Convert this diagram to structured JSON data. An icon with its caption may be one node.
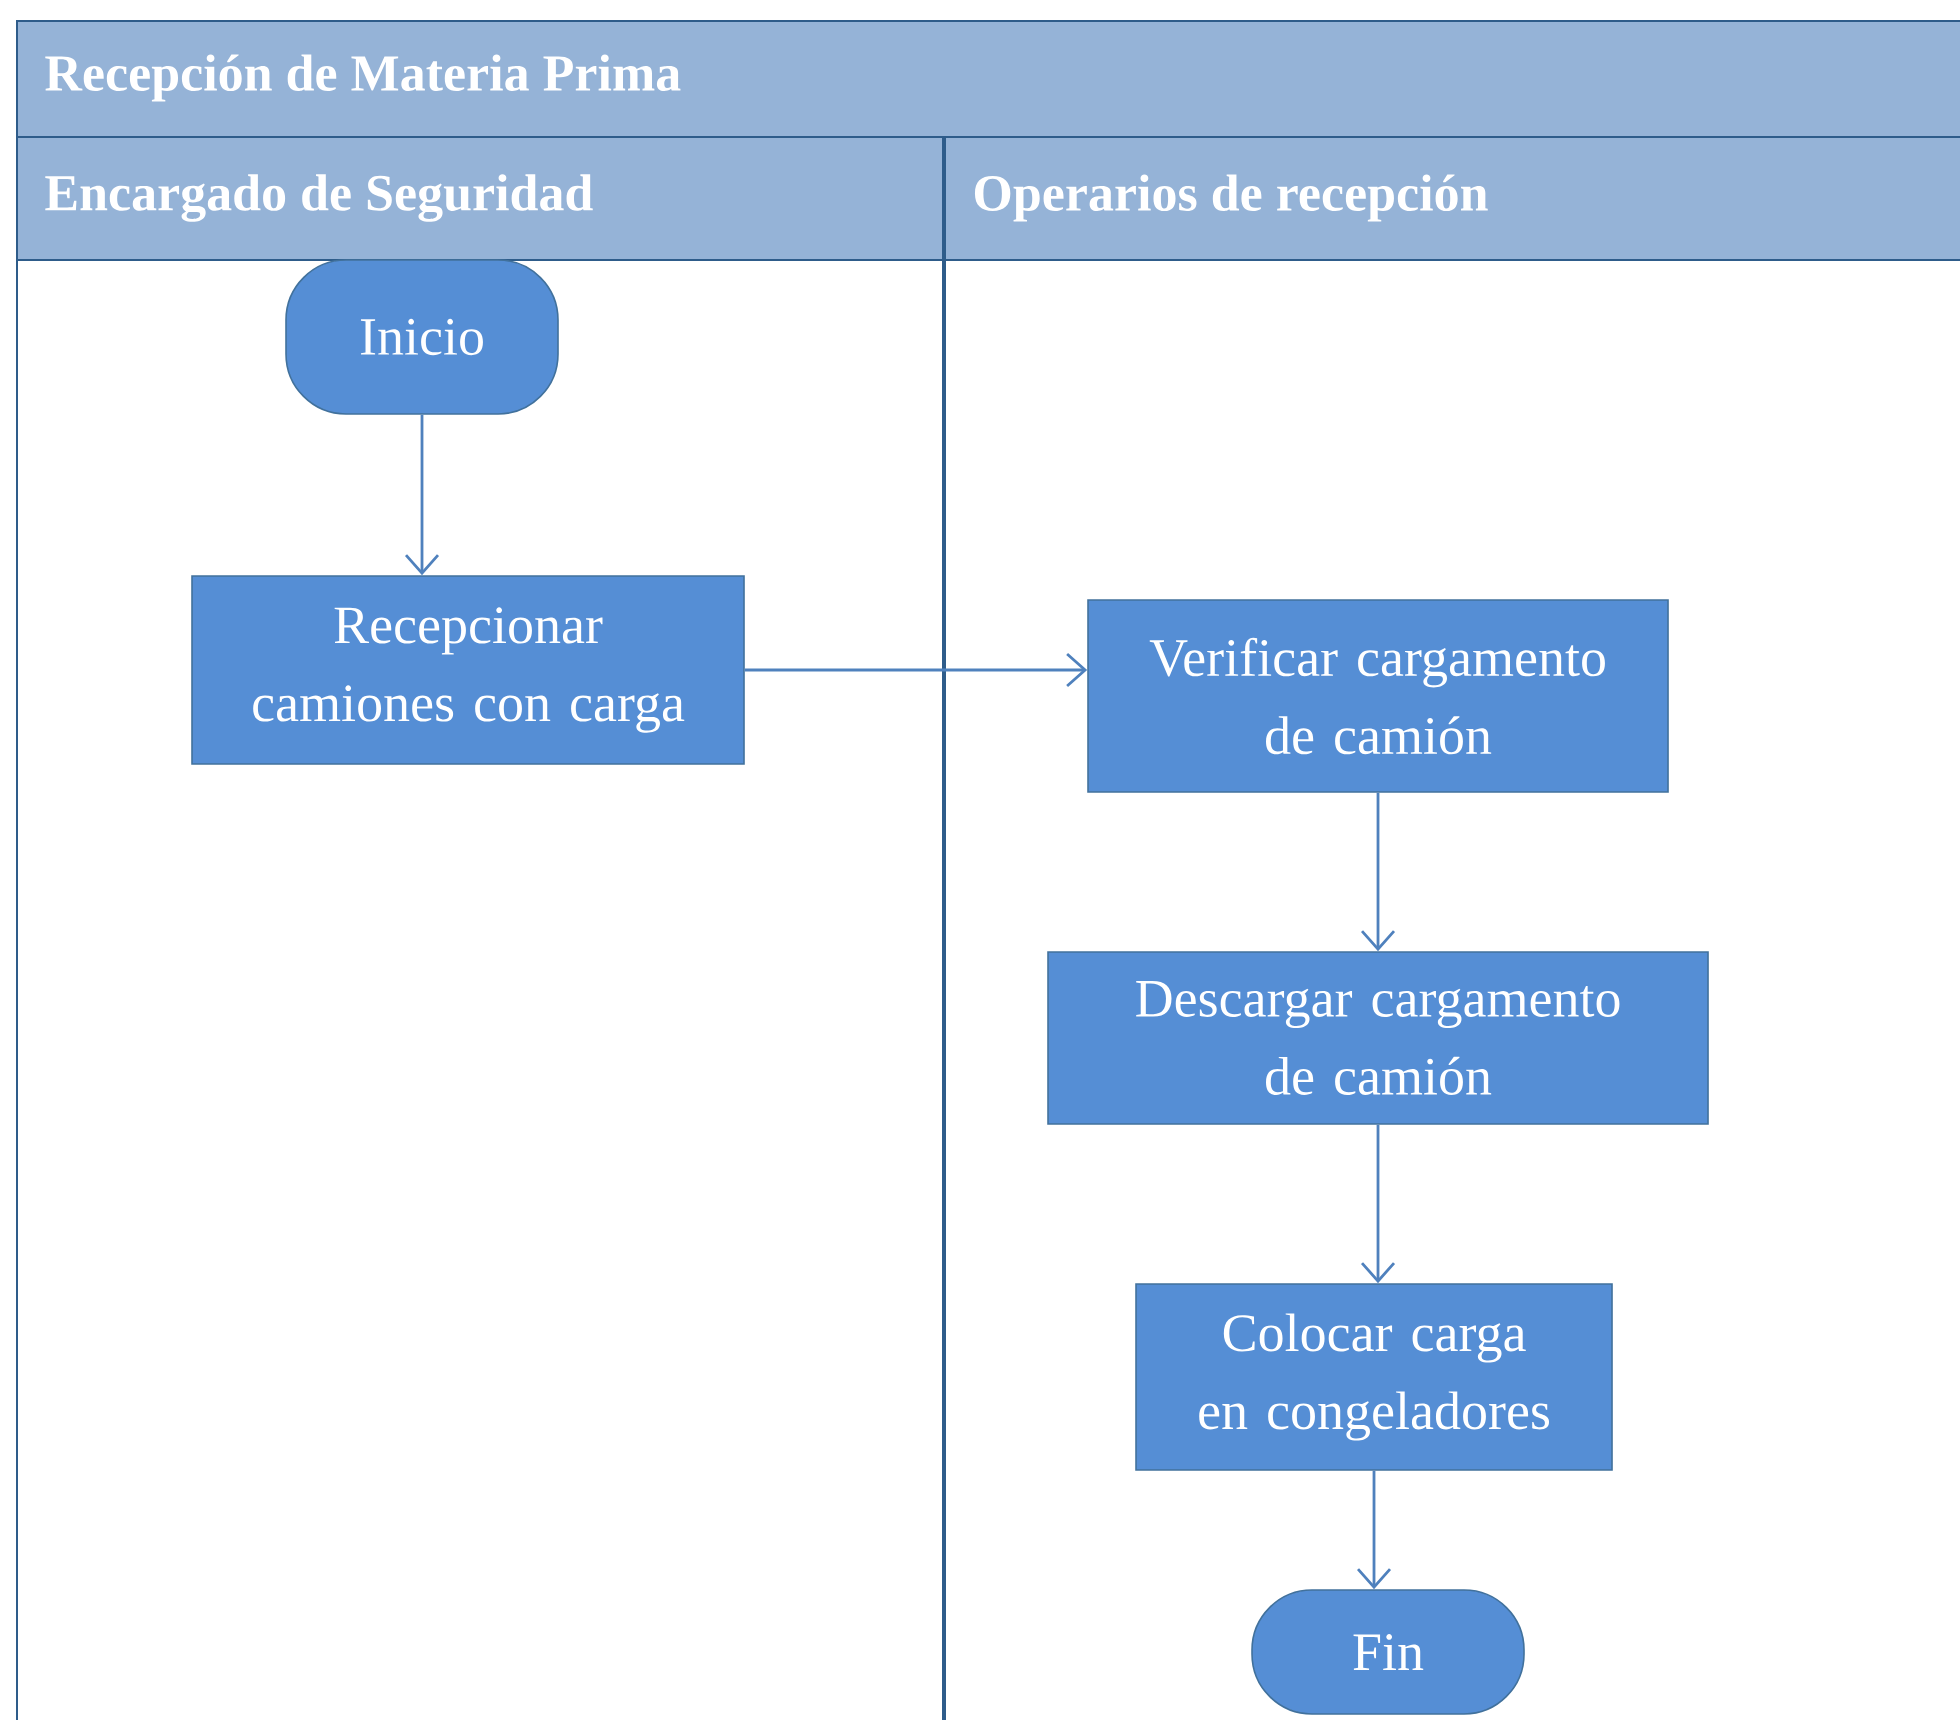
{
  "diagram": {
    "nodes": [
      {
        "text": [
          "Recepción de Materia Prima"
        ]
      },
      {
        "text": [
          "Encargado de Seguridad"
        ]
      },
      {
        "text": [
          "Operarios de recepción"
        ]
      },
      {
        "text": [
          "Inicio"
        ],
        "in": 1
      },
      {
        "text": [
          "Recepcionar camiones con carga"
        ],
        "in": 1
      },
      {
        "text": [
          "Verificar cargamento de camión"
        ],
        "in": 2
      },
      {
        "text": [
          "Descargar cargamento de camión"
        ],
        "in": 2
      },
      {
        "text": [
          "Colocar carga en congeladores"
        ],
        "in": 2
      },
      {
        "text": [
          "Fin"
        ],
        "in": 2
      }
    ],
    "edges": [
      {
        "from": 3,
        "to": 4,
        "arrow": "to"
      },
      {
        "from": 4,
        "to": 5,
        "arrow": "to"
      },
      {
        "from": 5,
        "to": 6,
        "arrow": "to"
      },
      {
        "from": 6,
        "to": 7,
        "arrow": "to"
      },
      {
        "from": 7,
        "to": 8,
        "arrow": "to"
      }
    ]
  }
}
